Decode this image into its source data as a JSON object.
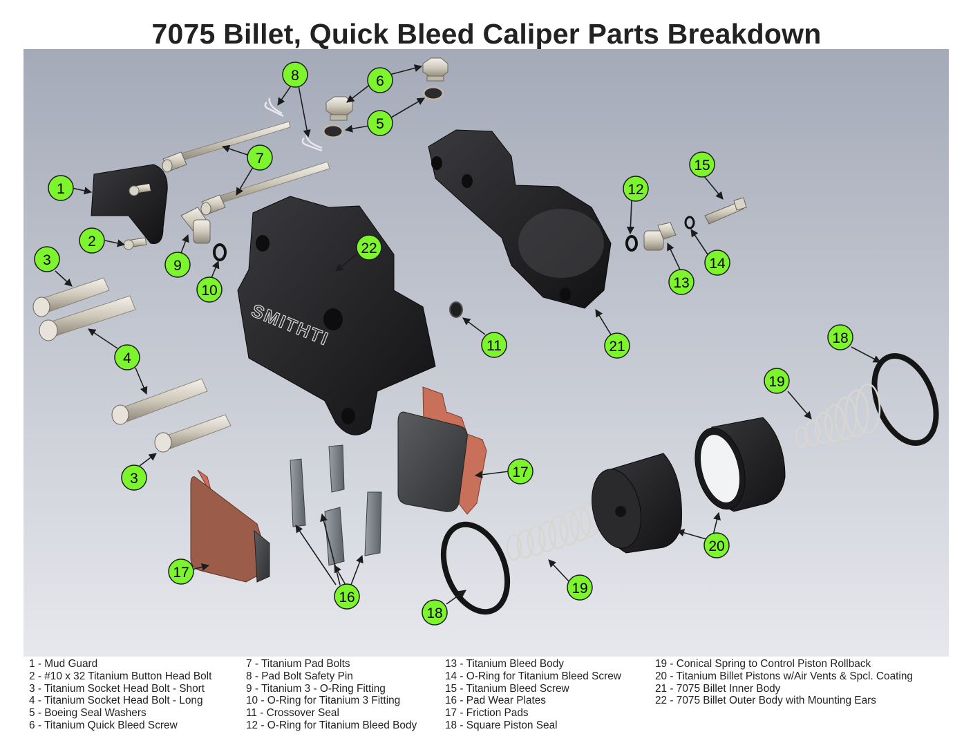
{
  "title": "7075 Billet, Quick Bleed Caliper Parts Breakdown",
  "brand_mark": "SMITHTI",
  "colors": {
    "callout_fill": "#7cf52c",
    "callout_stroke": "#1c1c1c",
    "bg_top": "#a5abb8",
    "bg_bottom": "#e6e7ec",
    "caliper_body": "#1d1d1f",
    "titanium": "#d9d4c8",
    "friction": "#c8705a"
  },
  "callouts": [
    {
      "id": "c8",
      "label": "8"
    },
    {
      "id": "c6",
      "label": "6"
    },
    {
      "id": "c5",
      "label": "5"
    },
    {
      "id": "c7",
      "label": "7"
    },
    {
      "id": "c1",
      "label": "1"
    },
    {
      "id": "c2",
      "label": "2"
    },
    {
      "id": "c9",
      "label": "9"
    },
    {
      "id": "c10",
      "label": "10"
    },
    {
      "id": "c22",
      "label": "22"
    },
    {
      "id": "c3a",
      "label": "3"
    },
    {
      "id": "c4",
      "label": "4"
    },
    {
      "id": "c3b",
      "label": "3"
    },
    {
      "id": "c15",
      "label": "15"
    },
    {
      "id": "c12",
      "label": "12"
    },
    {
      "id": "c14",
      "label": "14"
    },
    {
      "id": "c13",
      "label": "13"
    },
    {
      "id": "c11",
      "label": "11"
    },
    {
      "id": "c21",
      "label": "21"
    },
    {
      "id": "c18a",
      "label": "18"
    },
    {
      "id": "c19a",
      "label": "19"
    },
    {
      "id": "c17a",
      "label": "17"
    },
    {
      "id": "c20",
      "label": "20"
    },
    {
      "id": "c17b",
      "label": "17"
    },
    {
      "id": "c16",
      "label": "16"
    },
    {
      "id": "c19b",
      "label": "19"
    },
    {
      "id": "c18b",
      "label": "18"
    }
  ],
  "legend": [
    [
      "1 - Mud Guard",
      "2 - #10 x 32 Titanium Button Head Bolt",
      "3 - Titanium Socket Head Bolt - Short",
      "4 - Titanium Socket Head Bolt - Long",
      "5 - Boeing Seal Washers",
      "6 - Titanium Quick Bleed Screw"
    ],
    [
      "7 - Titanium Pad Bolts",
      "8 - Pad Bolt Safety Pin",
      "9 - Titanium 3 - O-Ring Fitting",
      "10 - O-Ring for Titanium 3 Fitting",
      "11 - Crossover Seal",
      "12 - O-Ring for Titanium Bleed Body"
    ],
    [
      "13 - Titanium Bleed Body",
      "14 - O-Ring for Titanium Bleed Screw",
      "15 - Titanium Bleed Screw",
      "16 - Pad Wear Plates",
      "17 - Friction Pads",
      "18 - Square Piston Seal"
    ],
    [
      "19 - Conical Spring to Control Piston Rollback",
      "20 - Titanium Billet Pistons w/Air Vents & Spcl. Coating",
      "21 - 7075 Billet Inner Body",
      "22 - 7075 Billet Outer Body with Mounting Ears"
    ]
  ]
}
